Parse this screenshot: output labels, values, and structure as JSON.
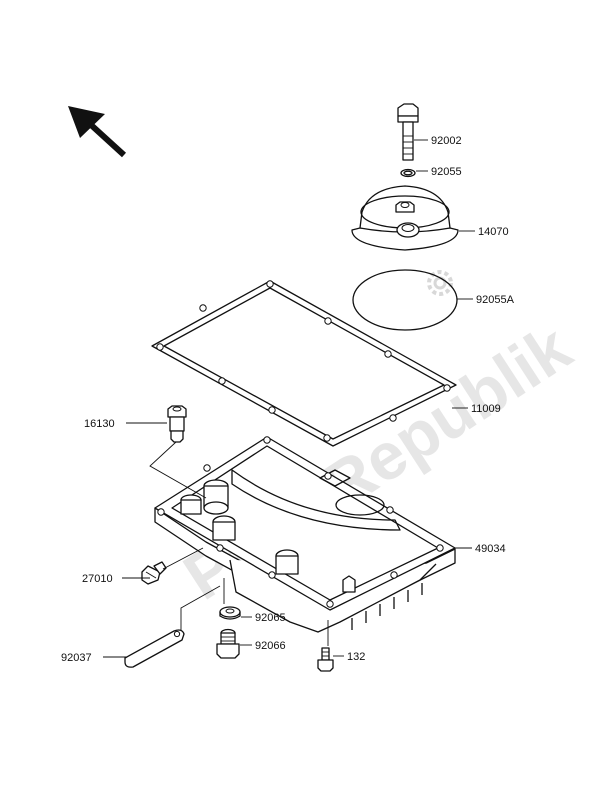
{
  "watermark": "PartsRepublik",
  "colors": {
    "line": "#111111",
    "watermark": "#e6e6e6",
    "background": "#ffffff"
  },
  "orientation_icon": "north-west-arrow-icon",
  "parts": [
    {
      "id": "bolt_top",
      "number": "92002"
    },
    {
      "id": "oring_small",
      "number": "92055"
    },
    {
      "id": "cover",
      "number": "14070"
    },
    {
      "id": "oring_large",
      "number": "92055A"
    },
    {
      "id": "gasket",
      "number": "11009"
    },
    {
      "id": "fitting",
      "number": "16130"
    },
    {
      "id": "oil_pan",
      "number": "49034"
    },
    {
      "id": "switch",
      "number": "27010"
    },
    {
      "id": "washer",
      "number": "92065"
    },
    {
      "id": "drain_plug",
      "number": "92066"
    },
    {
      "id": "pan_bolt",
      "number": "132"
    },
    {
      "id": "clamp",
      "number": "92037"
    }
  ]
}
